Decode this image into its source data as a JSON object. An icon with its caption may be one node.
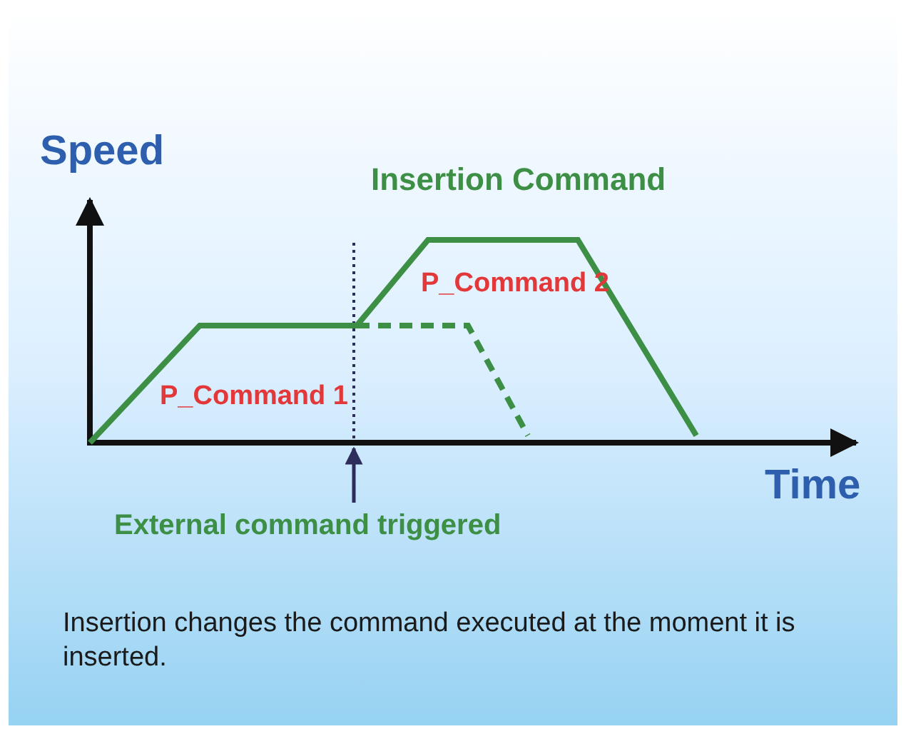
{
  "diagram": {
    "caption": "Insertion changes the command executed at the moment it is inserted.",
    "labels": [
      "Speed",
      "Insertion Command",
      "P_Command 2",
      "P_Command 1",
      "Time",
      "External command triggered"
    ]
  }
}
